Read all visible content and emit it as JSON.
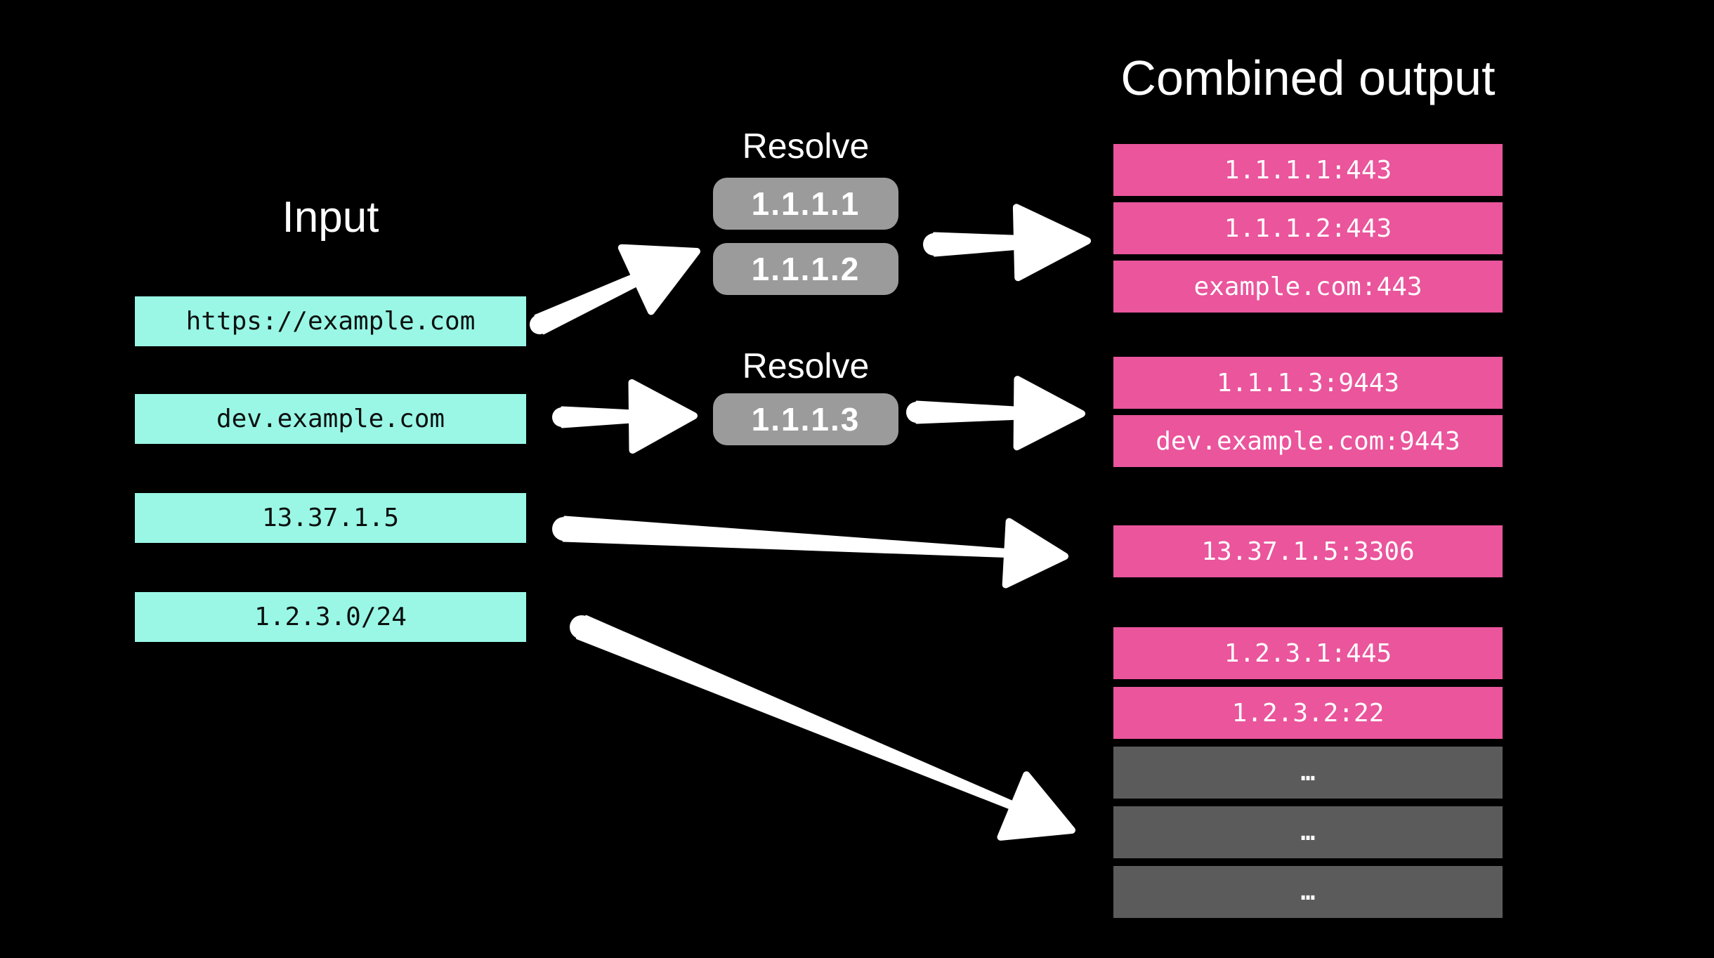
{
  "titles": {
    "input": "Input",
    "combined_output": "Combined output"
  },
  "colors": {
    "background": "#000000",
    "input_box": "#9AF7E5",
    "input_text": "#0C1110",
    "resolve_box": "#9B9B9B",
    "output_box": "#EA559C",
    "muted_box": "#5B5B5B",
    "arrow": "#FFFFFF",
    "title_text": "#FFFFFF"
  },
  "input": {
    "items": [
      "https://example.com",
      "dev.example.com",
      "13.37.1.5",
      "1.2.3.0/24"
    ]
  },
  "resolve_groups": [
    {
      "label": "Resolve",
      "items": [
        "1.1.1.1",
        "1.1.1.2"
      ]
    },
    {
      "label": "Resolve",
      "items": [
        "1.1.1.3"
      ]
    }
  ],
  "output": {
    "groups": [
      {
        "rows": [
          {
            "text": "1.1.1.1:443",
            "muted": false
          },
          {
            "text": "1.1.1.2:443",
            "muted": false
          },
          {
            "text": "example.com:443",
            "muted": false
          }
        ]
      },
      {
        "rows": [
          {
            "text": "1.1.1.3:9443",
            "muted": false
          },
          {
            "text": "dev.example.com:9443",
            "muted": false
          }
        ]
      },
      {
        "rows": [
          {
            "text": "13.37.1.5:3306",
            "muted": false
          }
        ]
      },
      {
        "rows": [
          {
            "text": "1.2.3.1:445",
            "muted": false
          },
          {
            "text": "1.2.3.2:22",
            "muted": false
          },
          {
            "text": "…",
            "muted": true
          },
          {
            "text": "…",
            "muted": true
          },
          {
            "text": "…",
            "muted": true
          }
        ]
      }
    ]
  }
}
